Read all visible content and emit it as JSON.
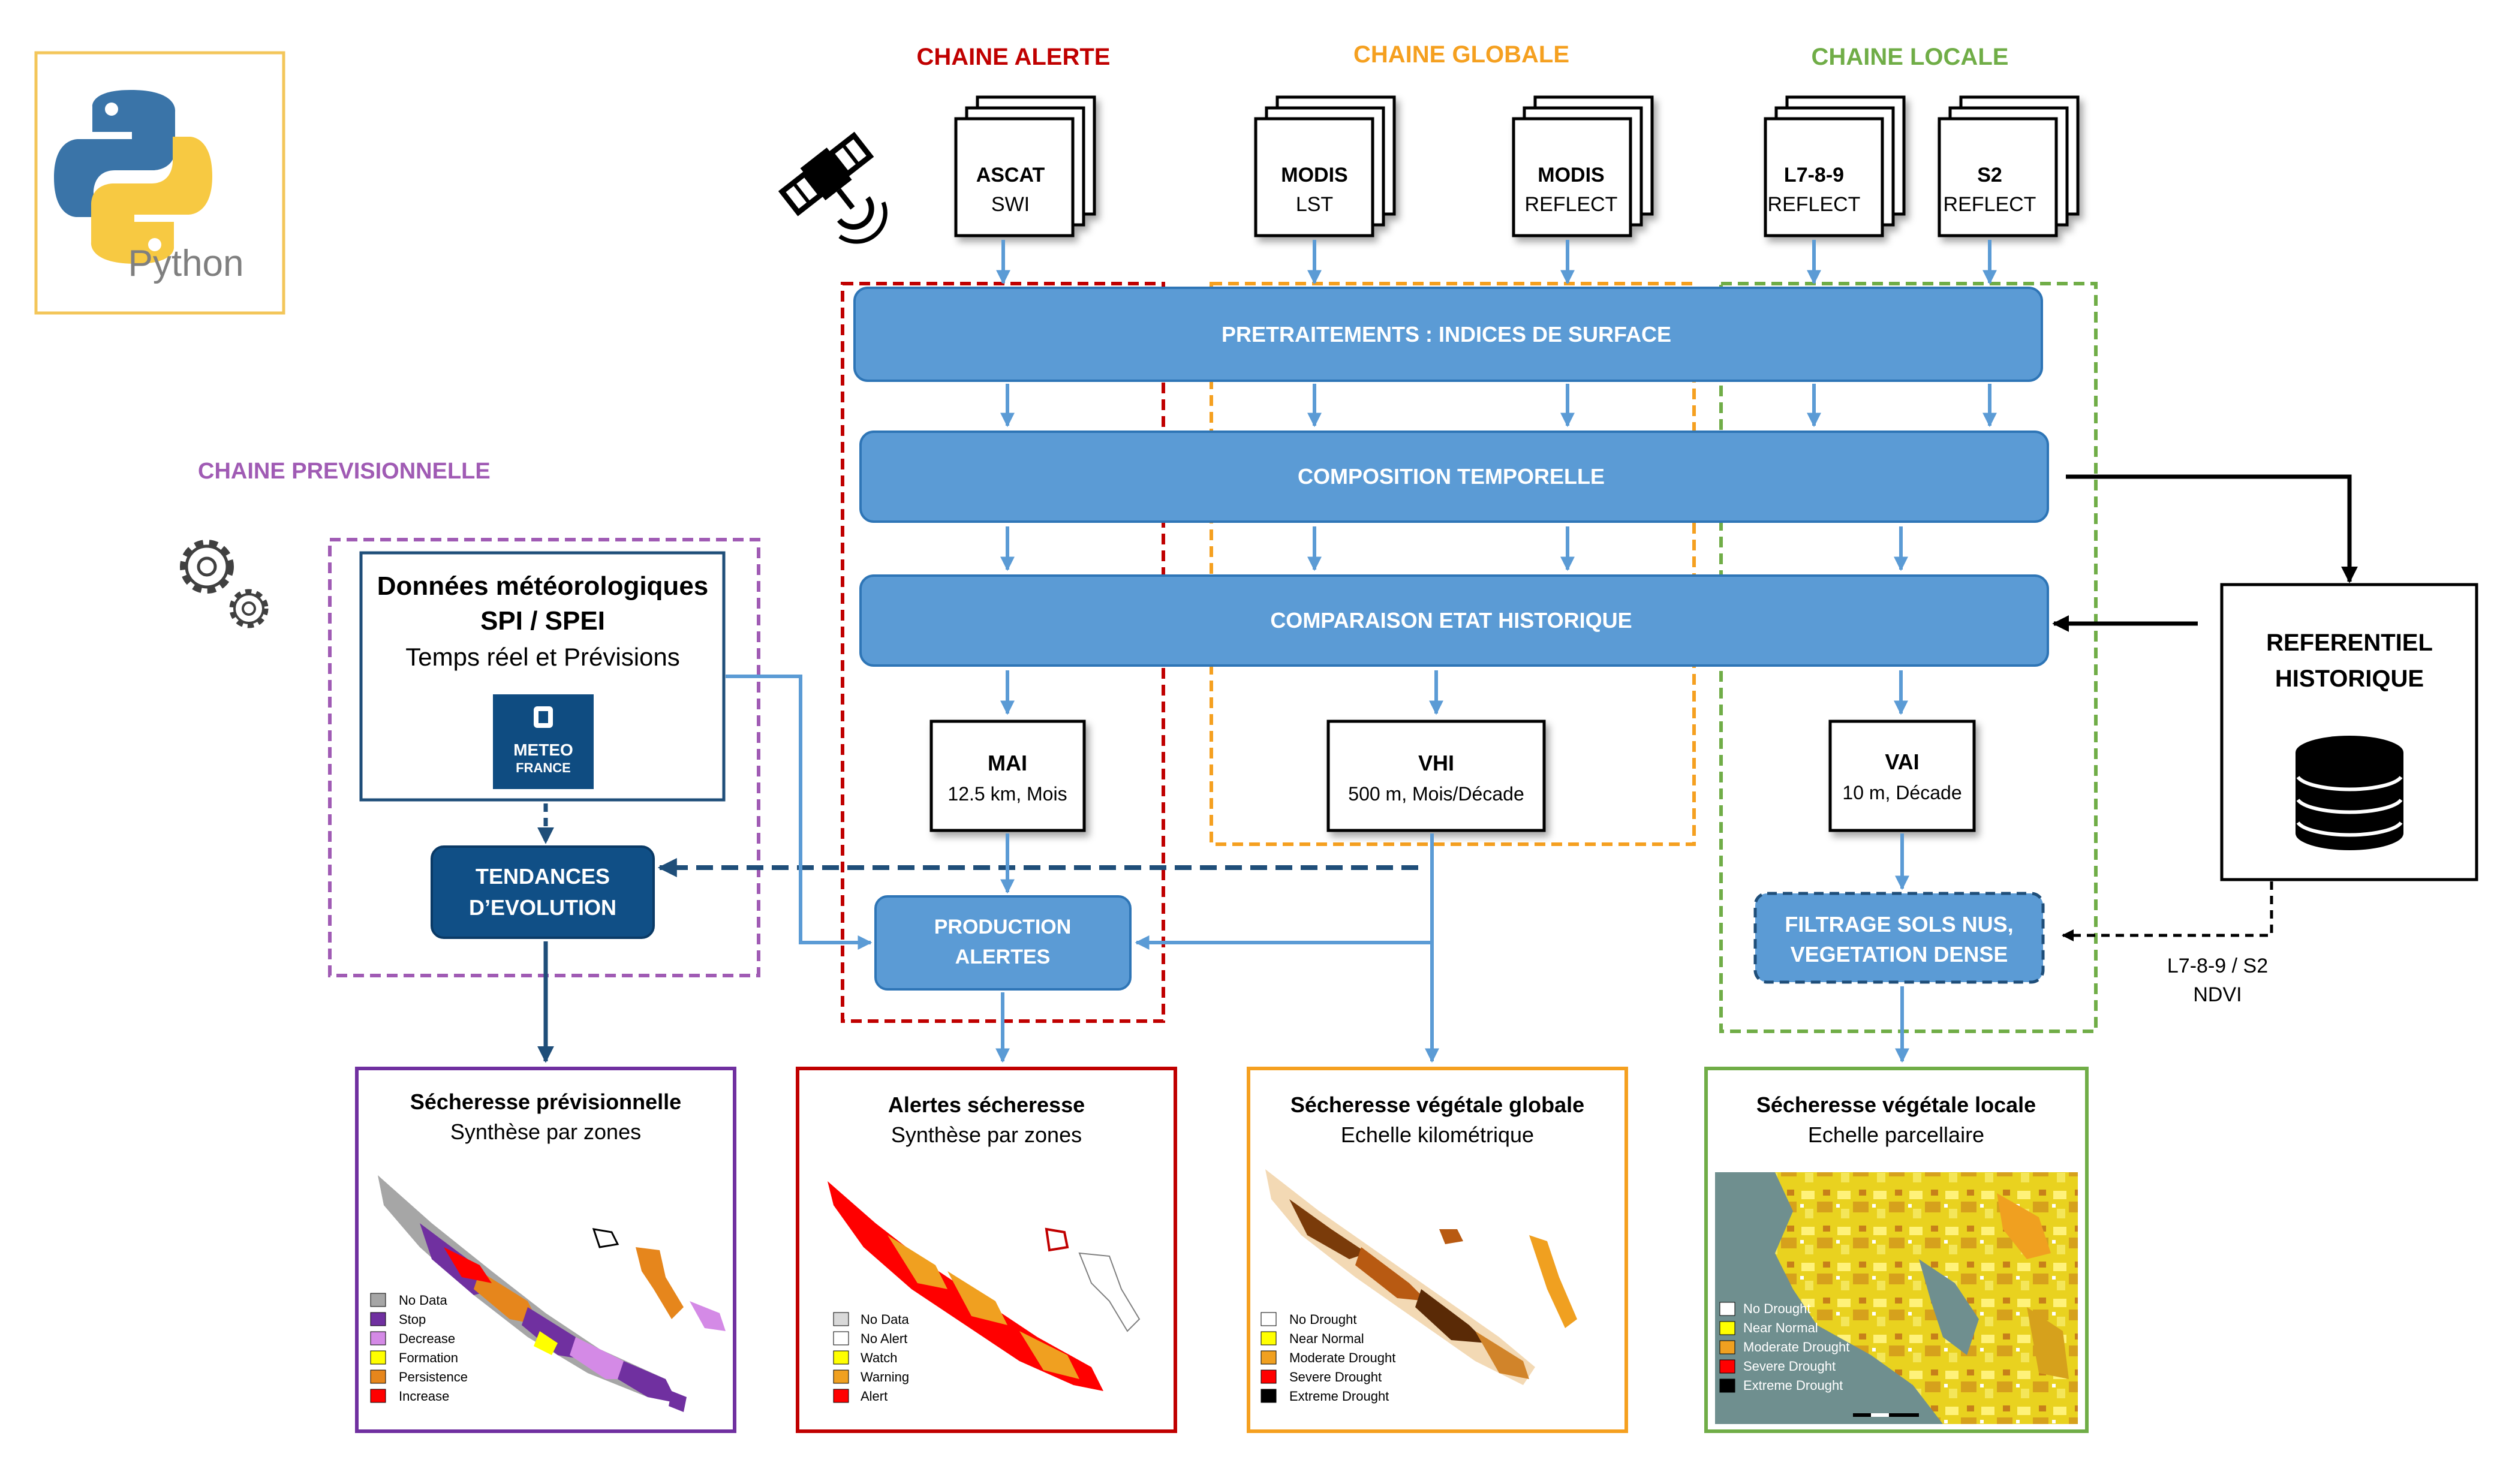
{
  "logo": {
    "label": "Python",
    "border_color": "#f3c65a"
  },
  "chains": {
    "alerte": {
      "title": "CHAINE ALERTE",
      "color": "#c00000"
    },
    "globale": {
      "title": "CHAINE GLOBALE",
      "color": "#f5a020"
    },
    "locale": {
      "title": "CHAINE LOCALE",
      "color": "#70ad47"
    },
    "previsionnelle": {
      "title": "CHAINE PREVISIONNELLE",
      "color": "#a05bb4"
    }
  },
  "inputs": {
    "ascat": {
      "name": "ASCAT",
      "product": "SWI"
    },
    "modis_lst": {
      "name": "MODIS",
      "product": "LST"
    },
    "modis_reflect": {
      "name": "MODIS",
      "product": "REFLECT"
    },
    "l789": {
      "name": "L7-8-9",
      "product": "REFLECT"
    },
    "s2": {
      "name": "S2",
      "product": "REFLECT"
    }
  },
  "process_bars": {
    "pretraitements": "PRETRAITEMENTS : INDICES DE SURFACE",
    "composition": "COMPOSITION TEMPORELLE",
    "comparaison": "COMPARAISON ETAT HISTORIQUE"
  },
  "indices": {
    "mai": {
      "name": "MAI",
      "detail": "12.5 km, Mois"
    },
    "vhi": {
      "name": "VHI",
      "detail": "500 m, Mois/Décade"
    },
    "vai": {
      "name": "VAI",
      "detail": "10 m, Décade"
    }
  },
  "meteo": {
    "title_line1": "Données météorologiques",
    "title_line2": "SPI / SPEI",
    "subtitle": "Temps réel et Prévisions",
    "logo_line1": "METEO",
    "logo_line2": "FRANCE"
  },
  "tendances": {
    "line1": "TENDANCES",
    "line2": "D’EVOLUTION"
  },
  "production": {
    "line1": "PRODUCTION",
    "line2": "ALERTES"
  },
  "filtrage": {
    "line1": "FILTRAGE SOLS NUS,",
    "line2": "VEGETATION DENSE"
  },
  "referentiel": {
    "line1": "REFERENTIEL",
    "line2": "HISTORIQUE"
  },
  "ndvi": {
    "line1": "L7-8-9 / S2",
    "line2": "NDVI"
  },
  "outputs": {
    "previsionnelle": {
      "title": "Sécheresse prévisionnelle",
      "subtitle": "Synthèse par zones",
      "legend": [
        {
          "label": "No Data",
          "color": "#a6a6a6"
        },
        {
          "label": "Stop",
          "color": "#7030a0"
        },
        {
          "label": "Decrease",
          "color": "#d48ae6"
        },
        {
          "label": "Formation",
          "color": "#ffff00"
        },
        {
          "label": "Persistence",
          "color": "#e6861c"
        },
        {
          "label": "Increase",
          "color": "#ff0000"
        }
      ]
    },
    "alertes": {
      "title": "Alertes sécheresse",
      "subtitle": "Synthèse par zones",
      "legend": [
        {
          "label": "No Data",
          "color": "#d9d9d9"
        },
        {
          "label": "No Alert",
          "color": "#ffffff"
        },
        {
          "label": "Watch",
          "color": "#ffff00"
        },
        {
          "label": "Warning",
          "color": "#f0a020"
        },
        {
          "label": "Alert",
          "color": "#ff0000"
        }
      ]
    },
    "globale": {
      "title": "Sécheresse végétale globale",
      "subtitle": "Echelle kilométrique",
      "legend": [
        {
          "label": "No Drought",
          "color": "#ffffff"
        },
        {
          "label": "Near Normal",
          "color": "#ffff00"
        },
        {
          "label": "Moderate Drought",
          "color": "#f0a020"
        },
        {
          "label": "Severe Drought",
          "color": "#ff0000"
        },
        {
          "label": "Extreme Drought",
          "color": "#000000"
        }
      ]
    },
    "locale": {
      "title": "Sécheresse végétale locale",
      "subtitle": "Echelle parcellaire",
      "legend": [
        {
          "label": "No Drought",
          "color": "#ffffff"
        },
        {
          "label": "Near Normal",
          "color": "#ffff00"
        },
        {
          "label": "Moderate Drought",
          "color": "#f0a020"
        },
        {
          "label": "Severe Drought",
          "color": "#ff0000"
        },
        {
          "label": "Extreme Drought",
          "color": "#000000"
        }
      ]
    }
  },
  "colors": {
    "process_fill": "#5b9bd5",
    "process_stroke": "#2e75b6",
    "arrow": "#5b9bd5",
    "dark_blue": "#1f4e79",
    "meteo_blue": "#0f4c81",
    "purple_frame": "#7030a0",
    "red_frame": "#c00000",
    "orange_frame": "#f5a020",
    "green_frame": "#70ad47"
  }
}
